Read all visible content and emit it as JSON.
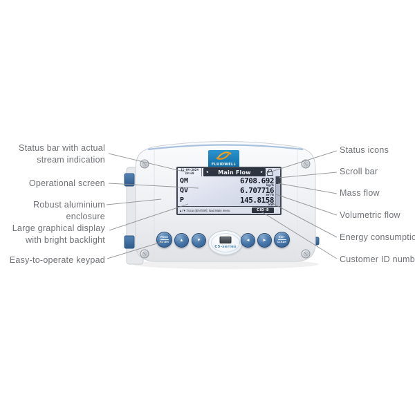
{
  "device": {
    "brand_logo_text": "FLUIDWELL",
    "series_label": "C5-series",
    "display": {
      "status_bar": {
        "date": "11-04-2024",
        "time": "14:39",
        "left_arrow": "◄",
        "title": "Main Flow",
        "right_arrow": "►",
        "status_icon": "lock-icon"
      },
      "rows": [
        {
          "label": "QM",
          "value": "6708.692",
          "unit": "kg/h"
        },
        {
          "label": "QV",
          "value": "6.707716",
          "unit": "m³/h"
        },
        {
          "label": "P",
          "value": "145.8158",
          "unit": "kW"
        }
      ],
      "footer": {
        "hint": "▲/▼: focus   [ENTER]: load Main menu",
        "customer_id_badge": "CID-8"
      }
    },
    "keypad": {
      "prog_enter": [
        "PROG",
        "ENTER"
      ],
      "up": "▲",
      "down": "▼",
      "left": "◄",
      "right": "►",
      "exit_clear": [
        "EXIT",
        "CLEAR"
      ]
    }
  },
  "annotations": {
    "left": [
      {
        "lines": [
          "Status bar with actual",
          "stream indication"
        ]
      },
      {
        "lines": [
          "Operational screen"
        ]
      },
      {
        "lines": [
          "Robust aluminium enclosure"
        ]
      },
      {
        "lines": [
          "Large graphical display",
          "with bright backlight"
        ]
      },
      {
        "lines": [
          "Easy-to-operate keypad"
        ]
      }
    ],
    "right": [
      "Status icons",
      "Scroll bar",
      "Mass flow",
      "Volumetric flow",
      "Energy consumption",
      "Customer ID number"
    ]
  },
  "colors": {
    "brand_blue": "#1b84c2",
    "swoosh_orange": "#f6a51f",
    "button_blue": "#3c6b9e",
    "lcd_background": "#dde1ee",
    "lcd_dark": "#2e3440",
    "annotation_gray": "#6e7175",
    "clip_blue": "#3f6da1"
  }
}
